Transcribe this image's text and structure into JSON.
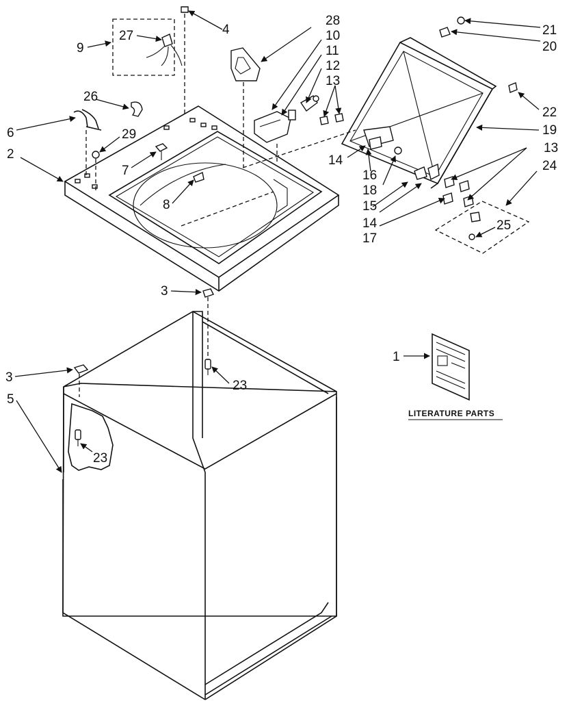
{
  "callouts": {
    "c1": "1",
    "c2": "2",
    "c3a": "3",
    "c3b": "3",
    "c4": "4",
    "c5": "5",
    "c6": "6",
    "c7": "7",
    "c8": "8",
    "c9": "9",
    "c10": "10",
    "c11": "11",
    "c12": "12",
    "c13a": "13",
    "c13b": "13",
    "c14a": "14",
    "c14b": "14",
    "c15": "15",
    "c16": "16",
    "c17": "17",
    "c18": "18",
    "c19": "19",
    "c20": "20",
    "c21": "21",
    "c22": "22",
    "c23a": "23",
    "c23b": "23",
    "c24": "24",
    "c25": "25",
    "c26": "26",
    "c27": "27",
    "c28": "28",
    "c29": "29"
  },
  "literature": {
    "caption": "LITERATURE PARTS"
  }
}
